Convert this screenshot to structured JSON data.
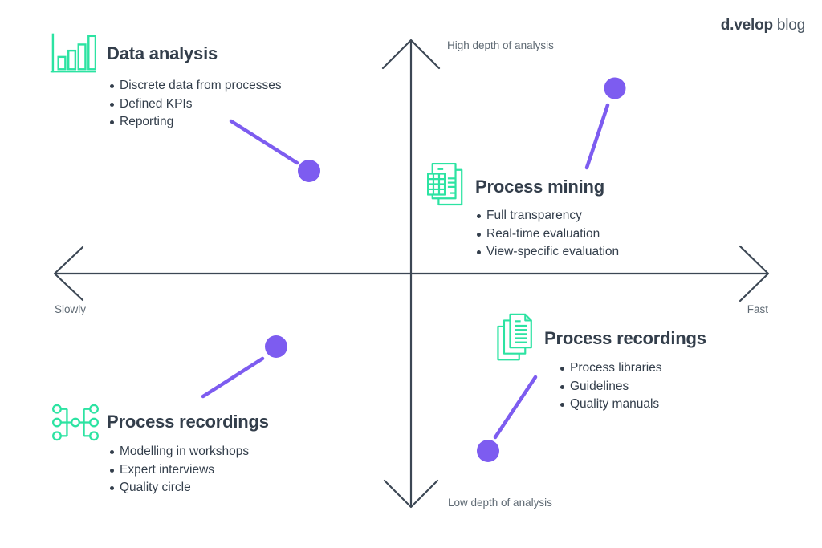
{
  "logo": {
    "brand": "d.velop",
    "suffix": "blog"
  },
  "axes": {
    "top_label": "High depth of analysis",
    "bottom_label": "Low depth of analysis",
    "left_label": "Slowly",
    "right_label": "Fast"
  },
  "colors": {
    "accent_green": "#2ce3a2",
    "accent_purple": "#7d5cf0",
    "text_dark": "#333e4b",
    "text_gray": "#5e6973",
    "axis_line": "#3c4754"
  },
  "quadrants": [
    {
      "position": "top-left",
      "title": "Data analysis",
      "icon": "bar-chart-icon",
      "bullets": [
        "Discrete data from processes",
        "Defined KPIs",
        "Reporting"
      ]
    },
    {
      "position": "top-right",
      "title": "Process mining",
      "icon": "documents-table-icon",
      "bullets": [
        "Full transparency",
        "Real-time evaluation",
        "View-specific evaluation"
      ]
    },
    {
      "position": "bottom-left",
      "title": "Process recordings",
      "icon": "process-map-icon",
      "bullets": [
        "Modelling in workshops",
        "Expert interviews",
        "Quality circle"
      ]
    },
    {
      "position": "bottom-right",
      "title": "Process recordings",
      "icon": "stacked-documents-icon",
      "bullets": [
        "Process libraries",
        "Guidelines",
        "Quality manuals"
      ]
    }
  ]
}
